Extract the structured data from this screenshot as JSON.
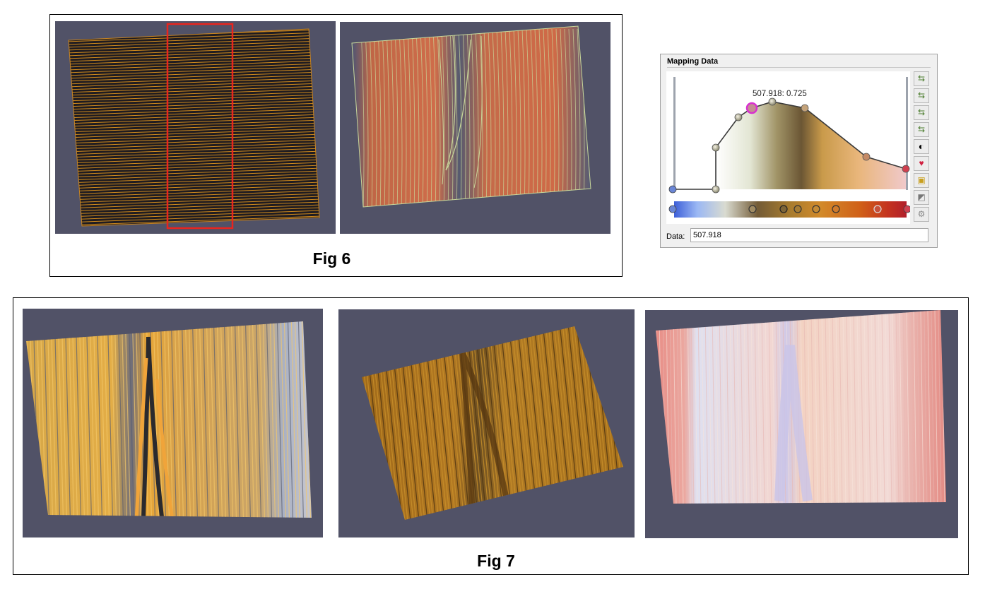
{
  "figures": [
    {
      "caption": "Fig 6"
    },
    {
      "caption": "Fig 7"
    }
  ],
  "mapping_panel": {
    "title": "Mapping Data",
    "tooltip": "507.918: 0.725",
    "data_label": "Data:",
    "data_value": "507.918",
    "toolbar_icons": [
      "rescale-range-icon",
      "rescale-custom-icon",
      "rescale-data-icon",
      "rescale-visible-icon",
      "invert-icon",
      "choose-preset-icon",
      "save-preset-icon",
      "advanced-icon",
      "settings-gear-icon"
    ]
  },
  "colors": {
    "panel_bg": "#515267",
    "highlight_box": "#e8251e",
    "selected_point": "#d82fd0",
    "wood_orange": "#d9901e",
    "wood_dark": "#1d1a1f"
  }
}
